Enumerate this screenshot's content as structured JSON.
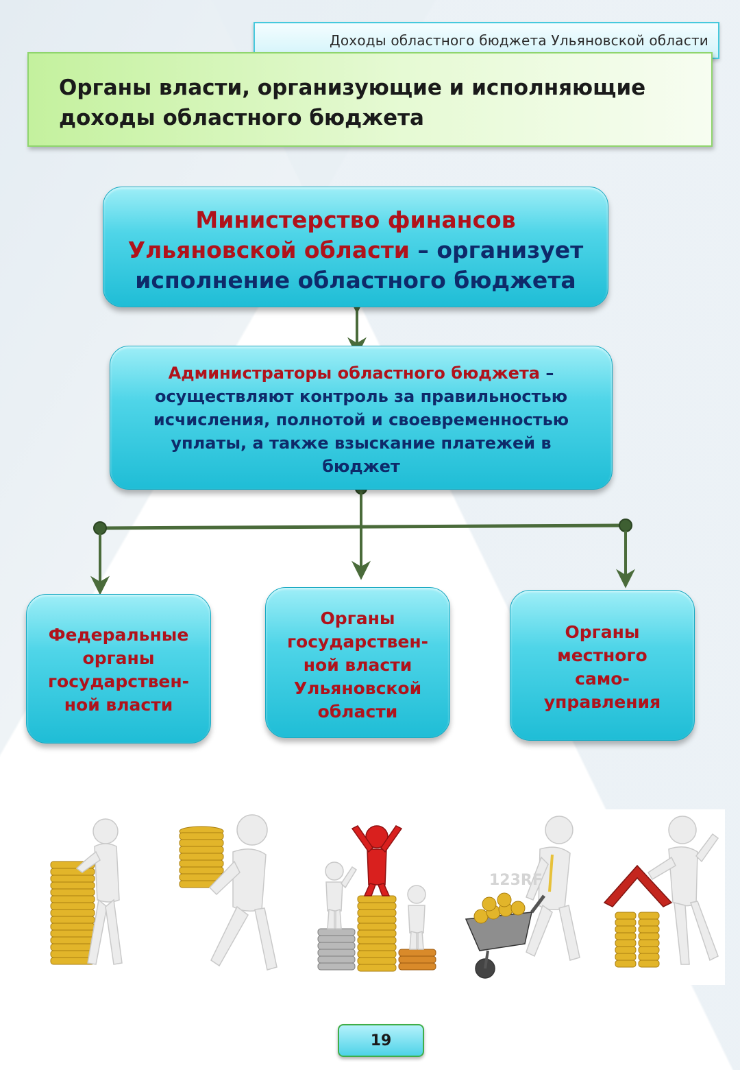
{
  "header": {
    "strip_text": "Доходы областного бюджета Ульяновской области"
  },
  "title": {
    "line1": "Органы власти, организующие и исполняющие",
    "line2": "доходы областного бюджета"
  },
  "ministry": {
    "name_line1": "Министерство финансов",
    "name_line2": "Ульяновской области",
    "dash": " – ",
    "role_line2": "организует",
    "role_line3": "исполнение областного бюджета"
  },
  "administrators": {
    "name": "Администраторы областного бюджета",
    "dash": " –",
    "desc_line1": "осуществляют контроль за правильностью",
    "desc_line2": "исчисления, полнотой и своевременностью",
    "desc_line3": "уплаты, а также взыскание платежей в",
    "desc_line4": "бюджет"
  },
  "bodies": {
    "federal": [
      "Федеральные",
      "органы",
      "государствен-",
      "ной власти"
    ],
    "regional": [
      "Органы",
      "государствен-",
      "ной власти",
      "Ульяновской",
      "области"
    ],
    "local": [
      "Органы",
      "местного",
      "само-",
      "управления"
    ]
  },
  "pictures": {
    "pic3_watermark": "",
    "pic4_watermark": "123RF"
  },
  "colors": {
    "accent_red": "#b0121b",
    "accent_navy": "#0e2a6a",
    "box_cyan": "#2cc6dc",
    "title_green": "#c4f19e",
    "connector_green": "#4a6b3a"
  },
  "page": {
    "number": "19"
  }
}
